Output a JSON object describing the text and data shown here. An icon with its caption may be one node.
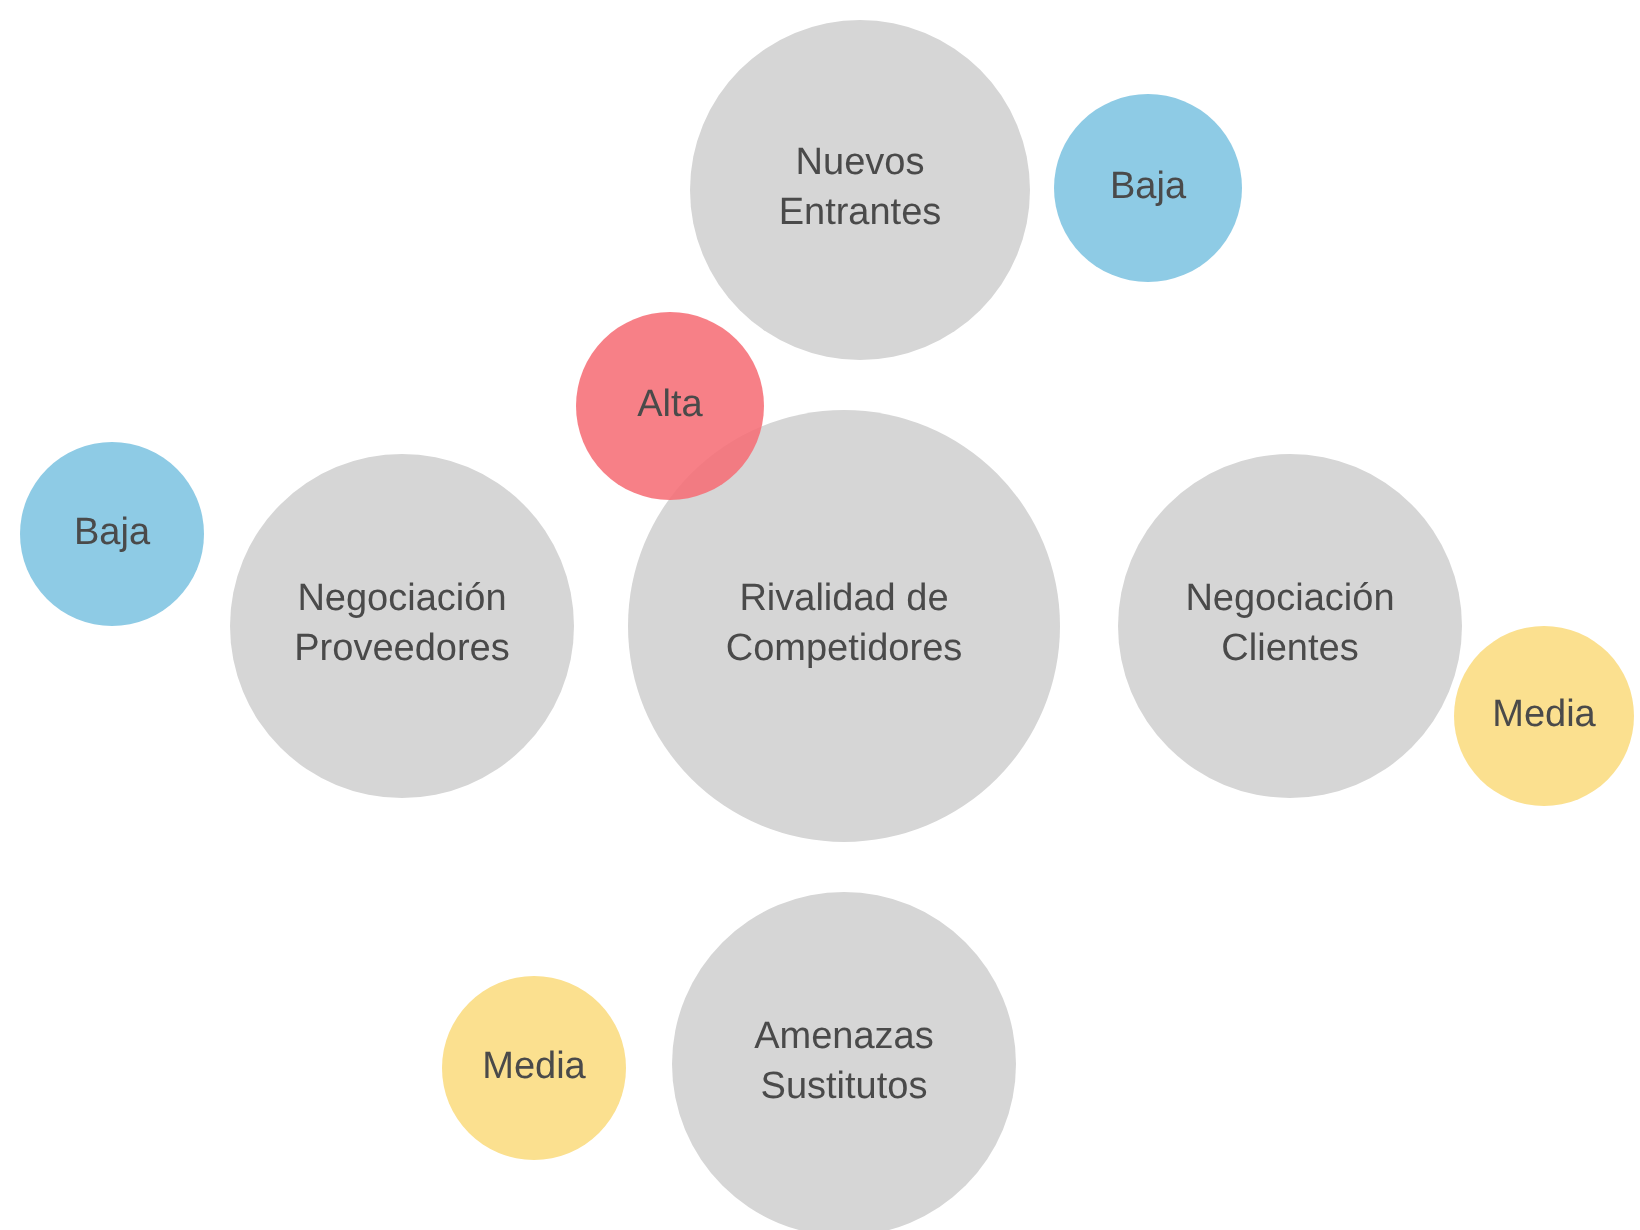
{
  "diagram": {
    "nodes": [
      {
        "text": [
          "Nuevos Entrantes"
        ]
      },
      {
        "text": [
          "Baja"
        ]
      },
      {
        "text": [
          "Alta"
        ]
      },
      {
        "text": [
          "Baja"
        ]
      },
      {
        "text": [
          "Negociación Proveedores"
        ]
      },
      {
        "text": [
          "Rivalidad de Competidores"
        ]
      },
      {
        "text": [
          "Negociación Clientes"
        ]
      },
      {
        "text": [
          "Media"
        ]
      },
      {
        "text": [
          "Media"
        ]
      },
      {
        "text": [
          "Amenazas Sustitutos"
        ]
      }
    ]
  }
}
